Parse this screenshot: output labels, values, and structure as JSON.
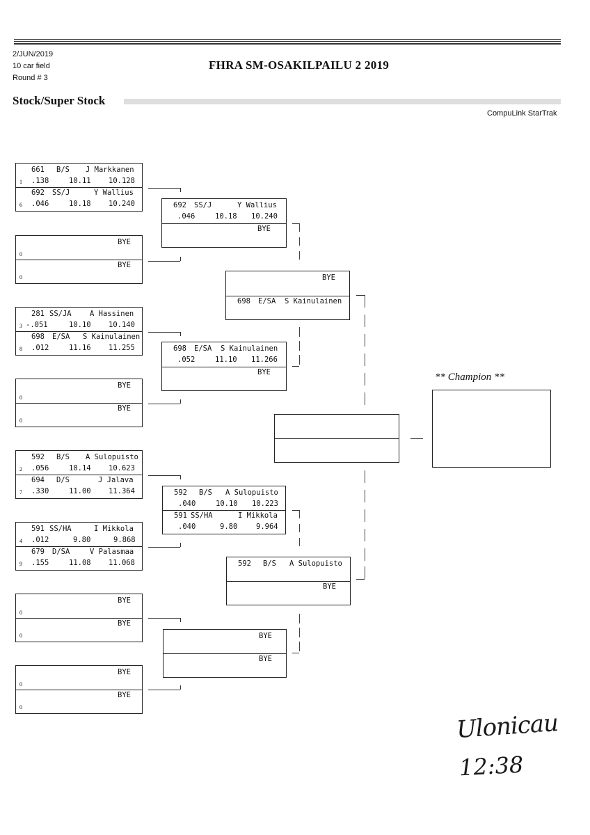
{
  "header": {
    "date": "2/JUN/2019",
    "field": "10 car field",
    "round": "Round # 3",
    "title": "FHRA SM-OSAKILPAILU 2 2019",
    "category": "Stock/Super Stock",
    "software": "CompuLink StarTrak"
  },
  "round1": [
    {
      "id": "r1m1",
      "a": {
        "seed": "1",
        "car": "661",
        "cls": "B/S",
        "name": "J Markkanen",
        "rt": ".138",
        "dial": "10.11",
        "et": "10.128"
      },
      "b": {
        "seed": "6",
        "car": "692",
        "cls": "SS/J",
        "name": "Y Wallius",
        "rt": ".046",
        "dial": "10.18",
        "et": "10.240"
      }
    },
    {
      "id": "r1m2",
      "a": {
        "seed": "0",
        "bye": "BYE"
      },
      "b": {
        "seed": "0",
        "bye": "BYE"
      }
    },
    {
      "id": "r1m3",
      "a": {
        "seed": "3",
        "car": "281",
        "cls": "SS/JA",
        "name": "A Hassinen",
        "rt": "-.051",
        "dial": "10.10",
        "et": "10.140"
      },
      "b": {
        "seed": "8",
        "car": "698",
        "cls": "E/SA",
        "name": "S Kainulainen",
        "rt": ".012",
        "dial": "11.16",
        "et": "11.255"
      }
    },
    {
      "id": "r1m4",
      "a": {
        "seed": "0",
        "bye": "BYE"
      },
      "b": {
        "seed": "0",
        "bye": "BYE"
      }
    },
    {
      "id": "r1m5",
      "a": {
        "seed": "2",
        "car": "592",
        "cls": "B/S",
        "name": "A Sulopuisto",
        "rt": ".056",
        "dial": "10.14",
        "et": "10.623"
      },
      "b": {
        "seed": "7",
        "car": "694",
        "cls": "D/S",
        "name": "J Jalava",
        "rt": ".330",
        "dial": "11.00",
        "et": "11.364"
      }
    },
    {
      "id": "r1m6",
      "a": {
        "seed": "4",
        "car": "591",
        "cls": "SS/HA",
        "name": "I Mikkola",
        "rt": ".012",
        "dial": "9.80",
        "et": "9.868"
      },
      "b": {
        "seed": "9",
        "car": "679",
        "cls": "D/SA",
        "name": "V Palasmaa",
        "rt": ".155",
        "dial": "11.08",
        "et": "11.068"
      }
    },
    {
      "id": "r1m7",
      "a": {
        "seed": "0",
        "bye": "BYE"
      },
      "b": {
        "seed": "0",
        "bye": "BYE"
      }
    },
    {
      "id": "r1m8",
      "a": {
        "seed": "0",
        "bye": "BYE"
      },
      "b": {
        "seed": "0",
        "bye": "BYE"
      }
    }
  ],
  "round2": [
    {
      "a": {
        "car": "692",
        "cls": "SS/J",
        "name": "Y Wallius",
        "rt": ".046",
        "dial": "10.18",
        "et": "10.240"
      },
      "b": {
        "bye": "BYE"
      }
    },
    {
      "a": {
        "car": "698",
        "cls": "E/SA",
        "name": "S Kainulainen",
        "rt": ".052",
        "dial": "11.10",
        "et": "11.266"
      },
      "b": {
        "bye": "BYE"
      }
    },
    {
      "a": {
        "car": "592",
        "cls": "B/S",
        "name": "A Sulopuisto",
        "rt": ".040",
        "dial": "10.10",
        "et": "10.223"
      },
      "b": {
        "car": "591",
        "cls": "SS/HA",
        "name": "I Mikkola",
        "rt": ".040",
        "dial": "9.80",
        "et": "9.964"
      }
    },
    {
      "a": {
        "bye": "BYE"
      },
      "b": {
        "bye": "BYE"
      }
    }
  ],
  "round3": [
    {
      "a": {
        "bye": "BYE"
      },
      "b": {
        "car": "698",
        "cls": "E/SA",
        "name": "S Kainulainen"
      }
    },
    {
      "a": {
        "car": "592",
        "cls": "B/S",
        "name": "A Sulopuisto"
      },
      "b": {
        "bye": "BYE"
      }
    }
  ],
  "champion_label": "** Champion **",
  "handwriting": {
    "signature": "Ulonicau",
    "time": "12:38"
  }
}
